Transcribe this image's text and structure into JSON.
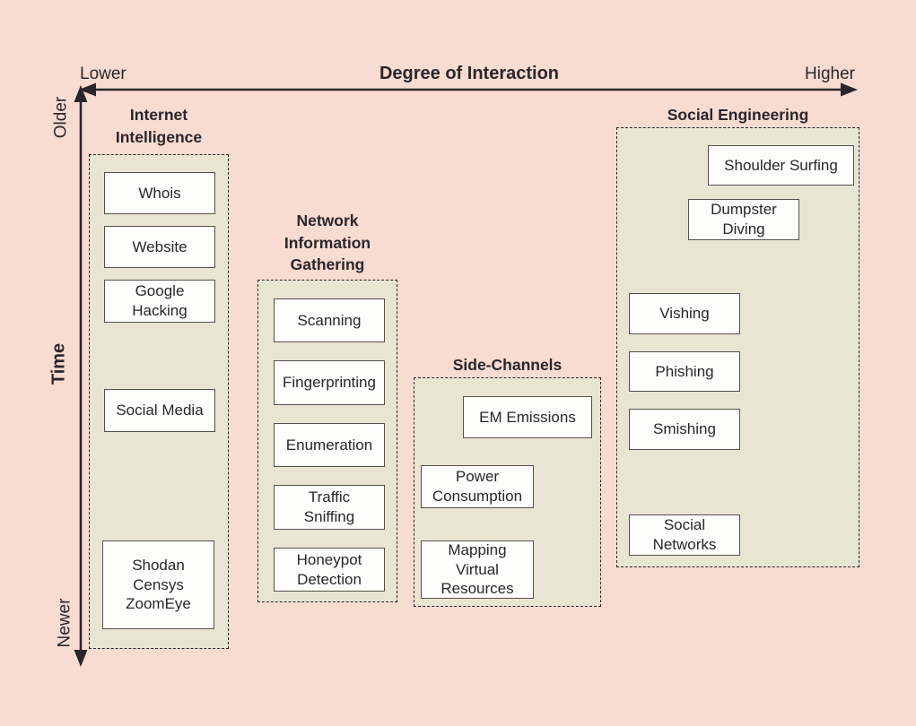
{
  "axes": {
    "horizontal": {
      "title": "Degree of Interaction",
      "left_label": "Lower",
      "right_label": "Higher"
    },
    "vertical": {
      "title": "Time",
      "top_label": "Older",
      "bottom_label": "Newer"
    }
  },
  "groups": [
    {
      "title": "Internet\nIntelligence",
      "items": [
        {
          "label": "Whois"
        },
        {
          "label": "Website"
        },
        {
          "label": "Google\nHacking"
        },
        {
          "label": "Social Media"
        },
        {
          "label": "Shodan\nCensys\nZoomEye"
        }
      ]
    },
    {
      "title": "Network\nInformation\nGathering",
      "items": [
        {
          "label": "Scanning"
        },
        {
          "label": "Fingerprinting"
        },
        {
          "label": "Enumeration"
        },
        {
          "label": "Traffic\nSniffing"
        },
        {
          "label": "Honeypot\nDetection"
        }
      ]
    },
    {
      "title": "Side-Channels",
      "items": [
        {
          "label": "EM Emissions"
        },
        {
          "label": "Power\nConsumption"
        },
        {
          "label": "Mapping\nVirtual\nResources"
        }
      ]
    },
    {
      "title": "Social Engineering",
      "items": [
        {
          "label": "Shoulder Surfing"
        },
        {
          "label": "Dumpster\nDiving"
        },
        {
          "label": "Vishing"
        },
        {
          "label": "Phishing"
        },
        {
          "label": "Smishing"
        },
        {
          "label": "Social\nNetworks"
        }
      ]
    }
  ],
  "colors": {
    "background": "#f8dbd1",
    "panel_fill": "#e9e5d3",
    "node_fill": "#fdfdfc",
    "line_and_text": "#2a262c"
  }
}
